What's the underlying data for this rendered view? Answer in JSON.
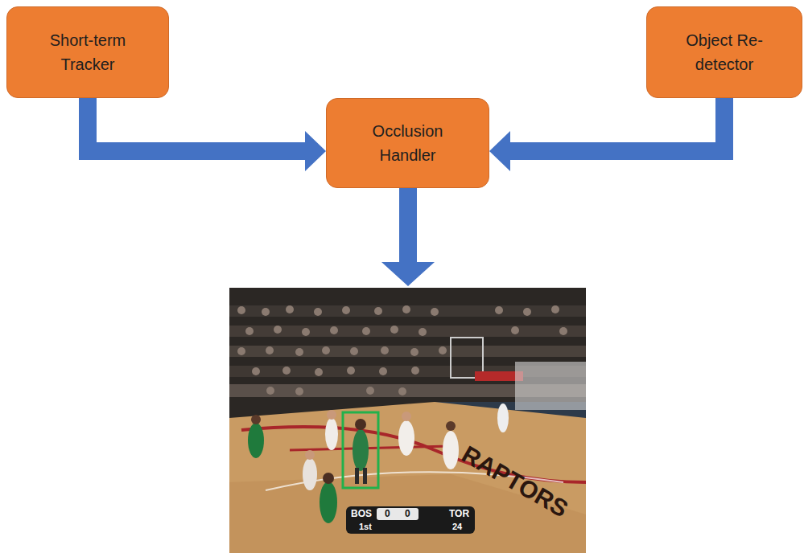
{
  "diagram": {
    "nodes": [
      {
        "text": [
          "Short-term Tracker"
        ]
      },
      {
        "text": [
          "Occlusion Handler"
        ]
      },
      {
        "text": [
          "Object Re-detector"
        ]
      }
    ],
    "edges": [
      {
        "from": 0,
        "to": 1,
        "arrow": "to"
      },
      {
        "from": 2,
        "to": 1,
        "arrow": "to"
      }
    ],
    "labels": [
      "RAPTORS",
      "BOS",
      "0",
      "0",
      "TOR",
      "1st",
      "24"
    ]
  }
}
